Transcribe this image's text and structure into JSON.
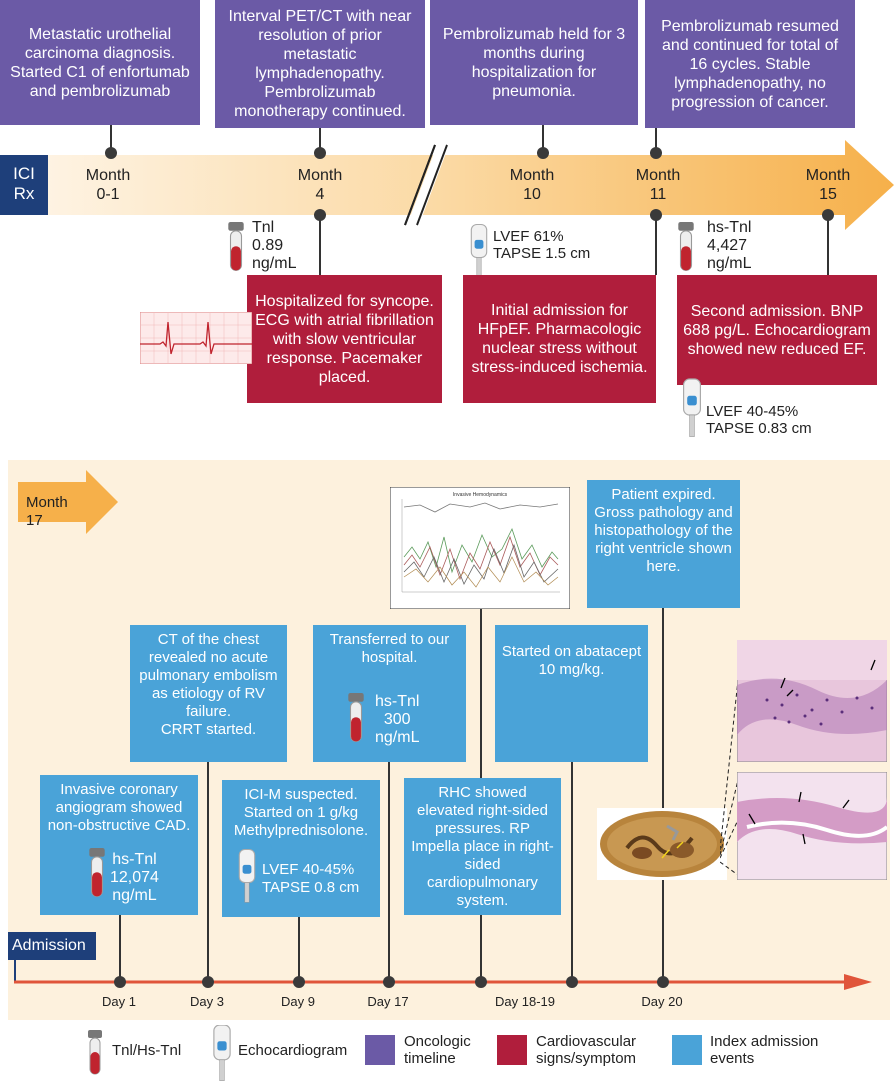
{
  "top": {
    "rx_label": "ICI\nRx",
    "purple_boxes": [
      "Metastatic urothelial carcinoma diagnosis. Started C1 of enfortumab and pembrolizumab",
      "Interval PET/CT with near resolution of prior metastatic lymphadenopathy. Pembrolizumab monotherapy continued.",
      "Pembrolizumab held for 3 months during hospitalization for pneumonia.",
      "Pembrolizumab resumed and continued for total of 16 cycles. Stable lymphadenopathy, no progression of cancer."
    ],
    "months": [
      "Month\n0-1",
      "Month\n4",
      "Month\n10",
      "Month\n11",
      "Month\n15"
    ],
    "tnl_1": "Tnl\n0.89\nng/mL",
    "echo_1": "LVEF 61%\nTAPSE 1.5 cm",
    "tnl_2": "hs-Tnl\n4,427\nng/mL",
    "echo_2": "LVEF 40-45%\nTAPSE 0.83  cm",
    "red_boxes": [
      "Hospitalized for syncope. ECG with atrial fibrillation with slow ventricular response. Pacemaker placed.",
      "Initial admission for HFpEF. Pharmacologic nuclear stress without stress-induced ischemia.",
      "Second admission. BNP 688 pg/L. Echocardiogram showed new reduced EF."
    ]
  },
  "bottom": {
    "month_label": "Month\n17",
    "admission_label": "Admission",
    "blue_boxes": {
      "day1": "Invasive coronary angiogram showed non-obstructive CAD.",
      "day1_tnl": "hs-Tnl\n12,074\nng/mL",
      "day3": "CT of the chest revealed no acute pulmonary embolism as etiology of RV failure.\nCRRT started.",
      "day9": "ICI-M suspected. Started on 1 g/kg Methylprednisolone.",
      "day9_echo": "LVEF 40-45%\nTAPSE 0.8 cm",
      "day17": "Transferred to our hospital.",
      "day17_tnl": "hs-Tnl\n300\nng/mL",
      "day18_rhc": "RHC showed elevated right-sided pressures. RP Impella place in right-sided cardiopulmonary system.",
      "day18_abatacept": "Started on abatacept 10 mg/kg.",
      "day20": "Patient expired. Gross pathology and histopathology of the right ventricle shown here."
    },
    "days": [
      "Day 1",
      "Day 3",
      "Day 9",
      "Day 17",
      "Day 18-19",
      "Day 20"
    ],
    "hemo_title": "Invasive Hemodynamics"
  },
  "legend": {
    "tnl": "Tnl/Hs-Tnl",
    "echo": "Echocardiogram",
    "onco": "Oncologic\ntimeline",
    "cardio": "Cardiovascular\nsigns/symptom",
    "index": "Index admission\nevents"
  },
  "colors": {
    "purple": "#6b5aa6",
    "red": "#b01e3c",
    "blue": "#4aa3d8",
    "navy": "#1e3f7a",
    "orange": "#f6b04a",
    "timeline_red": "#e0553a"
  }
}
